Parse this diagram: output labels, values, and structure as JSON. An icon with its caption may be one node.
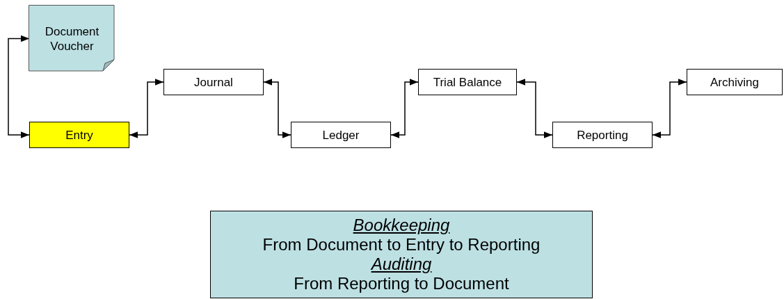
{
  "diagram": {
    "nodes": [
      {
        "text": [
          "Document Voucher"
        ]
      },
      {
        "text": [
          "Entry"
        ]
      },
      {
        "text": [
          "Journal"
        ]
      },
      {
        "text": [
          "Ledger"
        ]
      },
      {
        "text": [
          "Trial Balance"
        ]
      },
      {
        "text": [
          "Reporting"
        ]
      },
      {
        "text": [
          "Archiving"
        ]
      },
      {
        "text": [
          "Bookkeeping",
          "From Document to Entry to Reporting",
          "Auditing",
          "From Reporting to Document"
        ]
      }
    ],
    "edges": [
      {
        "from": 0,
        "to": 1,
        "arrow": "both"
      },
      {
        "from": 1,
        "to": 2,
        "arrow": "both"
      },
      {
        "from": 2,
        "to": 3,
        "arrow": "both"
      },
      {
        "from": 3,
        "to": 4,
        "arrow": "both"
      },
      {
        "from": 4,
        "to": 5,
        "arrow": "both"
      },
      {
        "from": 5,
        "to": 6,
        "arrow": "both"
      }
    ]
  }
}
